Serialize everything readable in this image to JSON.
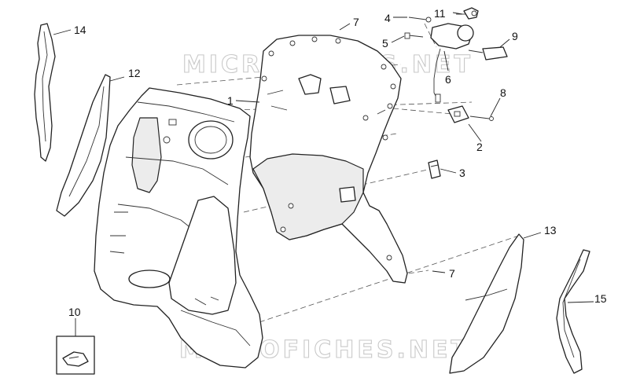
{
  "watermark": {
    "text_top": "MICROFICHES.NET",
    "text_bottom": "MICROFICHES.NET"
  },
  "callouts": {
    "c1": "1",
    "c2": "2",
    "c3": "3",
    "c4": "4",
    "c5": "5",
    "c6": "6",
    "c7a": "7",
    "c7b": "7",
    "c8": "8",
    "c9": "9",
    "c10": "10",
    "c11": "11",
    "c12": "12",
    "c13": "13",
    "c14": "14",
    "c15": "15"
  },
  "colors": {
    "line": "#222222",
    "watermark": "#c9c9c9",
    "background": "#ffffff"
  }
}
